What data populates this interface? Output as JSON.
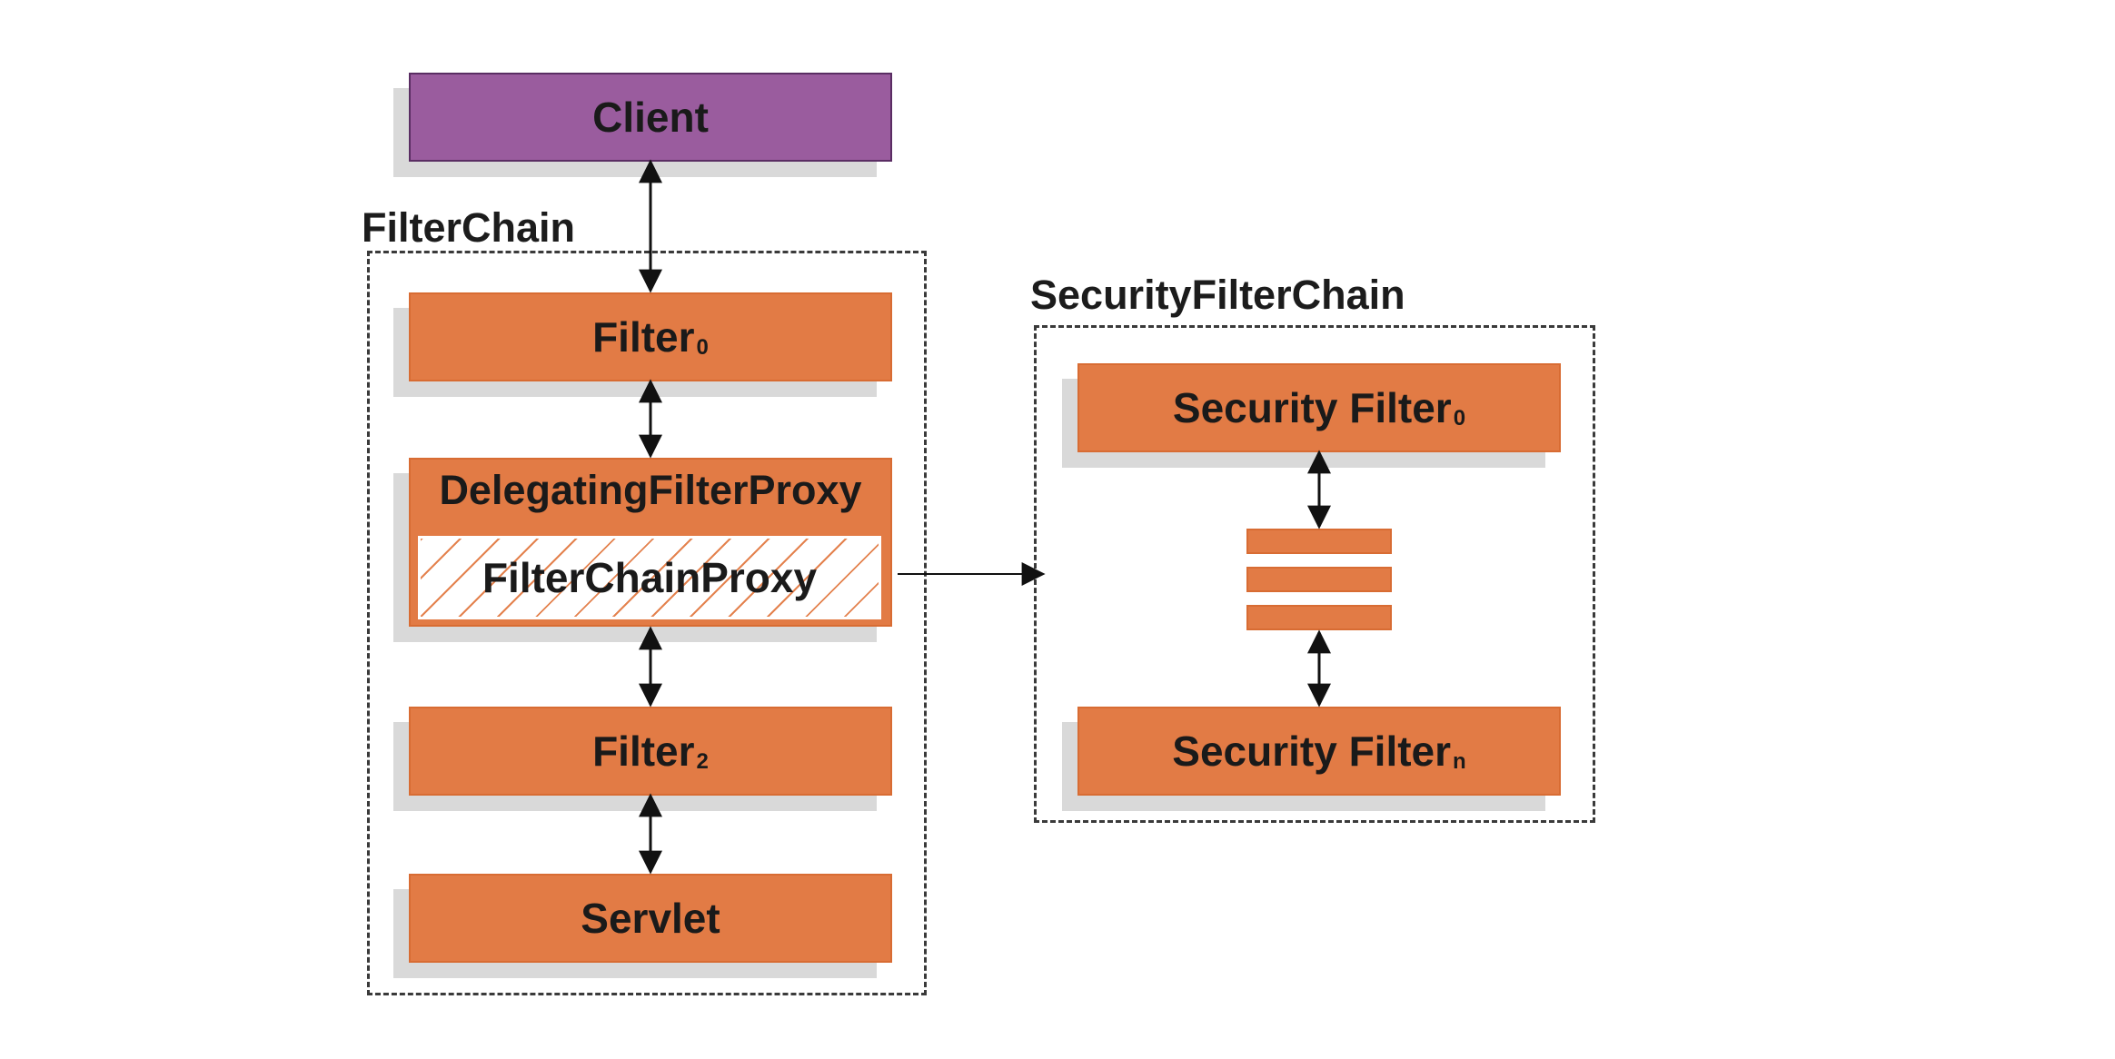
{
  "nodes": {
    "client": "Client",
    "filter0": {
      "text": "Filter",
      "sub": "0"
    },
    "delegating_filter_proxy": "DelegatingFilterProxy",
    "filter_chain_proxy": "FilterChainProxy",
    "filter2": {
      "text": "Filter",
      "sub": "2"
    },
    "servlet": "Servlet",
    "security_filter0": {
      "text": "Security Filter",
      "sub": "0"
    },
    "security_filtern": {
      "text": "Security Filter",
      "sub": "n"
    }
  },
  "groups": {
    "filter_chain": "FilterChain",
    "security_filter_chain": "SecurityFilterChain"
  },
  "colors": {
    "filter_box": "#e27b45",
    "client_box": "#9a5c9e",
    "shadow": "#d9d9d9",
    "arrow": "#111111"
  }
}
